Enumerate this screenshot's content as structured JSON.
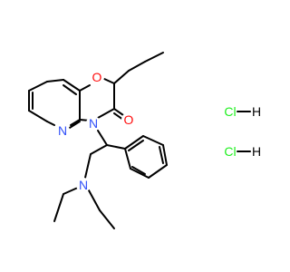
{
  "molecule": {
    "atoms": {
      "ring_oxygen": "O",
      "carbonyl_oxygen": "O",
      "pyridine_nitrogen": "N",
      "amide_nitrogen": "N",
      "amine_nitrogen": "N"
    },
    "counterions": [
      {
        "label": "Cl",
        "bond": "H"
      },
      {
        "label": "Cl",
        "bond": "H"
      }
    ]
  },
  "colors": {
    "bond": "#000000",
    "oxygen": "#ff0d0d",
    "nitrogen": "#3050f8",
    "chlorine": "#1ff01f",
    "hydrogen": "#000000"
  }
}
